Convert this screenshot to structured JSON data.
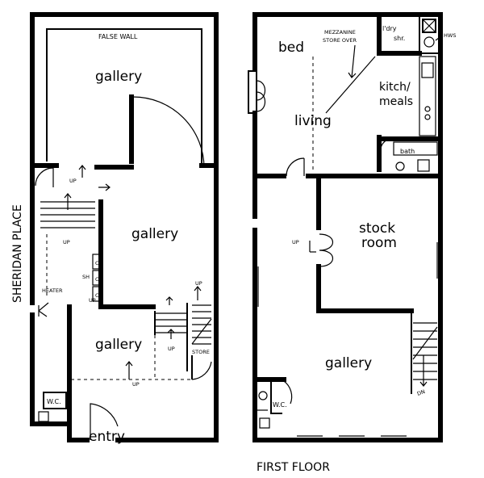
{
  "labels": {
    "false_wall": "FALSE WALL",
    "gallery_top_left": "gallery",
    "gallery_mid_left": "gallery",
    "gallery_bottom_left": "gallery",
    "entry": "entry",
    "sheridan_place": "SHERIDAN PLACE",
    "heater": "HEATER",
    "sh": "SH",
    "store": "STORE",
    "wc_left": "W.C.",
    "up_a": "UP",
    "up_b": "UP",
    "up_c": "UP",
    "up_d": "UP",
    "up_e": "UP",
    "up_f": "UP",
    "c1": "C",
    "c2": "C",
    "c3": "C",
    "bed": "bed",
    "mezzanine": "MEZZANINE",
    "store_over": "STORE OVER",
    "ldry": "l'dry",
    "shr": "shr.",
    "hws": "HWS",
    "kitch": "kitch/",
    "meals": "meals",
    "living": "living",
    "bath": "bath",
    "stock": "stock",
    "room": "room",
    "up_right": "UP",
    "gallery_right": "gallery",
    "wc_right": "W.C.",
    "dn": "DN",
    "first_floor": "FIRST FLOOR"
  }
}
